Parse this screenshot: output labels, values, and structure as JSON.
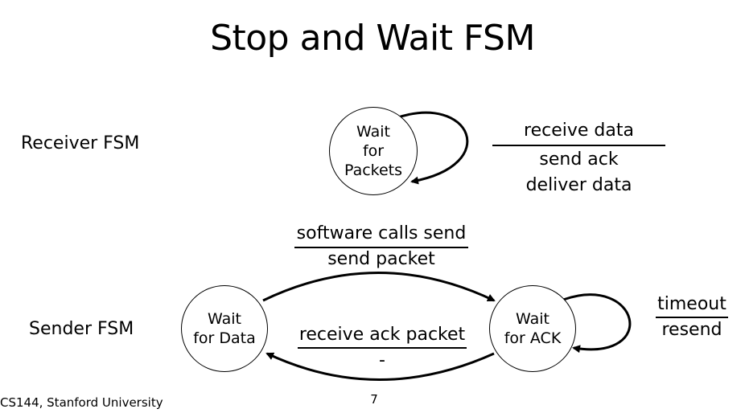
{
  "title": "Stop and Wait FSM",
  "receiver": {
    "label": "Receiver FSM",
    "state": [
      "Wait",
      "for",
      "Packets"
    ],
    "transition": {
      "event": "receive data",
      "actions": [
        "send ack",
        "deliver data"
      ]
    }
  },
  "sender": {
    "label": "Sender FSM",
    "state_wait_data": [
      "Wait",
      "for Data"
    ],
    "state_wait_ack": [
      "Wait",
      "for ACK"
    ],
    "send_transition": {
      "event": "software calls send",
      "action": "send packet"
    },
    "ack_transition": {
      "event": "receive ack packet",
      "action": "-"
    },
    "timeout_transition": {
      "event": "timeout",
      "action": "resend"
    }
  },
  "footer": {
    "course": "CS144, Stanford University",
    "page": "7"
  }
}
